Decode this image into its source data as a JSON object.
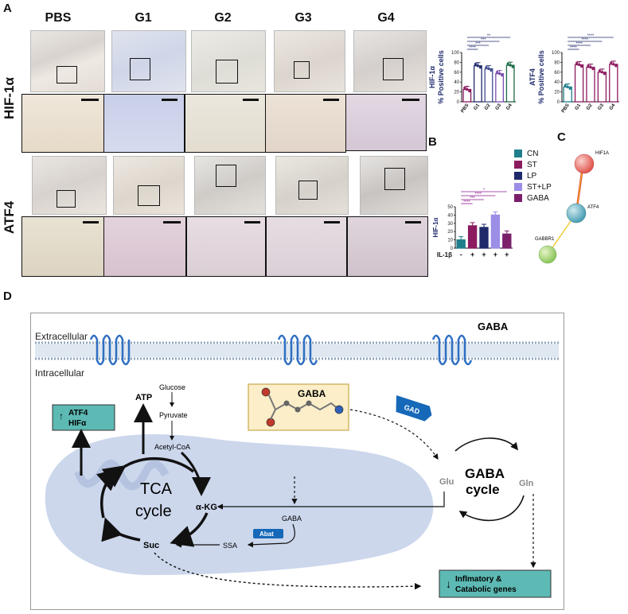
{
  "panels": {
    "a": "A",
    "b": "B",
    "c": "C",
    "d": "D"
  },
  "columns": [
    "PBS",
    "G1",
    "G2",
    "G3",
    "G4"
  ],
  "rows": [
    "HIF-1α",
    "ATF4"
  ],
  "colors": {
    "PBS": "#8b1a5e",
    "G1": "#1f2a6b",
    "G2": "#3f4c91",
    "G3": "#7a4fb0",
    "G4": "#1d6b46",
    "ATF4_PBS": "#1f7e8c",
    "ATF4_G": "#8b1a5e",
    "CN": "#1f7e8c",
    "ST": "#8b1a5e",
    "LP": "#1f2a6b",
    "STLP": "#9b8ee6",
    "GABA": "#7b1f6a",
    "teal_box": "#5db9b3",
    "mito": "#c9d5ec",
    "gaba_box": "#fbeec8",
    "gad": "#1668b8",
    "abat": "#1668b8"
  },
  "chart_data": [
    {
      "type": "bar",
      "categories": [
        "PBS",
        "G1",
        "G2",
        "G3",
        "G4"
      ],
      "values": [
        25,
        73,
        67,
        57,
        74
      ],
      "ylabel": "HIF-1α\n% Positive cells",
      "ylim": [
        0,
        100
      ],
      "yticks": [
        "0",
        "20",
        "40",
        "60",
        "80",
        "100"
      ],
      "significance": [
        "****",
        "***",
        "***",
        "**"
      ]
    },
    {
      "type": "bar",
      "categories": [
        "PBS",
        "G1",
        "G2",
        "G3",
        "G4"
      ],
      "values": [
        30,
        75,
        70,
        60,
        76
      ],
      "ylabel": "ATF4\n% Positive cells",
      "ylim": [
        0,
        100
      ],
      "yticks": [
        "0",
        "20",
        "40",
        "60",
        "80",
        "100"
      ],
      "significance": [
        "****",
        "****",
        "****",
        "****"
      ]
    },
    {
      "type": "bar",
      "categories": [
        "CN",
        "ST",
        "LP",
        "ST+LP",
        "GABA"
      ],
      "values": [
        10,
        27,
        25,
        40,
        17
      ],
      "ylabel": "HIF-1α",
      "ylim": [
        0,
        50
      ],
      "yticks": [
        "0",
        "10",
        "20",
        "30",
        "40",
        "50"
      ],
      "xrow_label": "IL-1β",
      "xrow": [
        "-",
        "+",
        "+",
        "+",
        "+"
      ],
      "significance": [
        "****",
        "***",
        "****",
        "*"
      ],
      "legend": [
        "CN",
        "ST",
        "LP",
        "ST+LP",
        "GABA"
      ]
    }
  ],
  "network": {
    "nodes": [
      "HIF1A",
      "ATF4",
      "GABBR1"
    ]
  },
  "diagram": {
    "title": "GABA",
    "extracellular": "Extracellular",
    "intracellular": "Intracellular",
    "atp": "ATP",
    "glucose": "Glucose",
    "pyruvate": "Pyruvate",
    "acetyl": "Acetyl-CoA",
    "atf4_box": "ATF4",
    "hif_box": "HIFα",
    "tca": "TCA",
    "cycle": "cycle",
    "akg": "α-KG",
    "gaba_mito": "GABA",
    "ssa": "SSA",
    "suc": "Suc",
    "abat": "Abat",
    "gaba_mol": "GABA",
    "gad": "GAD",
    "glu": "Glu",
    "gln": "Gln",
    "gaba_cycle1": "GABA",
    "gaba_cycle2": "cycle",
    "genes1": "Inflmatory &",
    "genes2": "Catabolic genes"
  }
}
